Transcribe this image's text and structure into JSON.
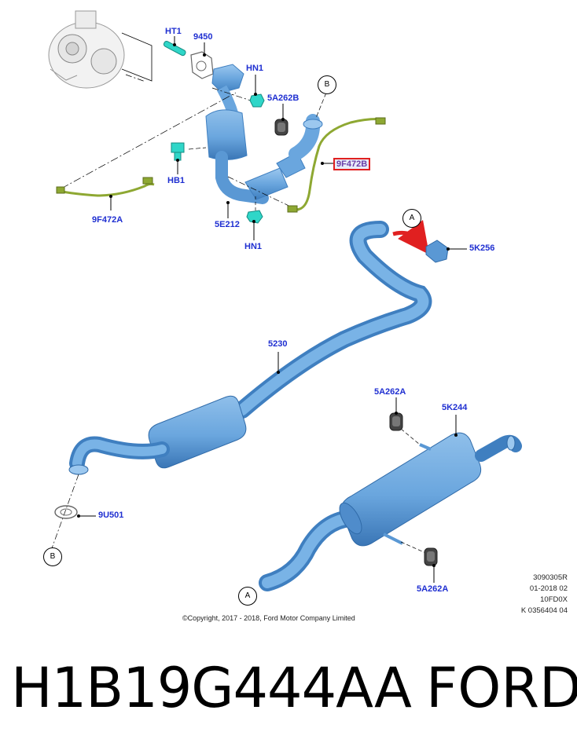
{
  "callouts": {
    "ht1": "HT1",
    "p9450": "9450",
    "hn1_top": "HN1",
    "p5a262b": "5A262B",
    "hb1": "HB1",
    "p9f472b": "9F472B",
    "p9f472a": "9F472A",
    "p5e212": "5E212",
    "hn1_bottom": "HN1",
    "p5k256": "5K256",
    "p5230": "5230",
    "p5a262a_top": "5A262A",
    "p5k244": "5K244",
    "p9u501": "9U501",
    "p5a262a_bottom": "5A262A"
  },
  "ref_circles": {
    "b_top": "B",
    "a_top": "A",
    "b_bottom": "B",
    "a_bottom": "A"
  },
  "copyright": "©Copyright, 2017 - 2018, Ford Motor Company Limited",
  "codes": [
    "3090305R",
    "01-2018 02",
    "10FD0X",
    "K 0356404 04"
  ],
  "footer": {
    "part_number": "H1B19G444AA",
    "brand": "FORD"
  },
  "colors": {
    "pipe": "#6aa6de",
    "pipe_dark": "#3f7fc0",
    "fastener": "#2fd6c8",
    "sensor_wire": "#8ea832",
    "label_blue": "#1f2fd1",
    "highlight": "#e02020"
  }
}
